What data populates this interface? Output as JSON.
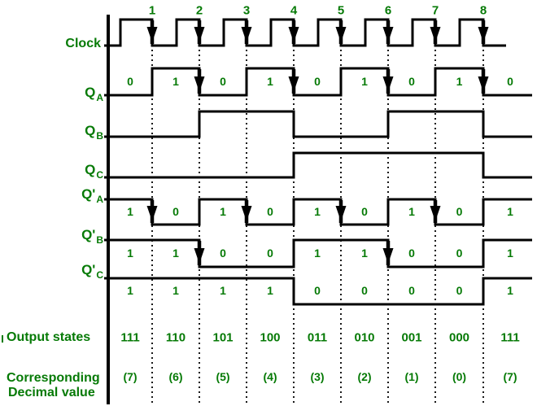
{
  "colors": {
    "green": "#067a06",
    "black": "#000000"
  },
  "clock": {
    "label": "Clock",
    "edge_numbers": [
      "1",
      "2",
      "3",
      "4",
      "5",
      "6",
      "7",
      "8"
    ]
  },
  "signals": [
    {
      "base": "Q",
      "sub": "A",
      "levels": [
        0,
        1,
        0,
        1,
        0,
        1,
        0,
        1,
        0
      ],
      "value_labels": [
        "0",
        "1",
        "0",
        "1",
        "0",
        "1",
        "0",
        "1",
        "0"
      ],
      "arrows_at_edges": [
        2,
        4,
        6,
        8
      ]
    },
    {
      "base": "Q",
      "sub": "B",
      "levels": [
        0,
        0,
        1,
        1,
        0,
        0,
        1,
        1,
        0
      ],
      "value_labels": null,
      "arrows_at_edges": []
    },
    {
      "base": "Q",
      "sub": "C",
      "levels": [
        0,
        0,
        0,
        0,
        1,
        1,
        1,
        1,
        0
      ],
      "value_labels": null,
      "arrows_at_edges": []
    },
    {
      "base": "Q'",
      "sub": "A",
      "levels": [
        1,
        0,
        1,
        0,
        1,
        0,
        1,
        0,
        1
      ],
      "value_labels": [
        "1",
        "0",
        "1",
        "0",
        "1",
        "0",
        "1",
        "0",
        "1"
      ],
      "arrows_at_edges": [
        1,
        3,
        5,
        7
      ]
    },
    {
      "base": "Q'",
      "sub": "B",
      "levels": [
        1,
        1,
        0,
        0,
        1,
        1,
        0,
        0,
        1
      ],
      "value_labels": [
        "1",
        "1",
        "0",
        "0",
        "1",
        "1",
        "0",
        "0",
        "1"
      ],
      "arrows_at_edges": [
        2,
        6
      ]
    },
    {
      "base": "Q'",
      "sub": "C",
      "levels": [
        1,
        1,
        1,
        1,
        0,
        0,
        0,
        0,
        1
      ],
      "value_labels": [
        "1",
        "1",
        "1",
        "1",
        "0",
        "0",
        "0",
        "0",
        "1"
      ],
      "arrows_at_edges": []
    }
  ],
  "output_states": {
    "label": "Output states",
    "values": [
      "111",
      "110",
      "101",
      "100",
      "011",
      "010",
      "001",
      "000",
      "111"
    ]
  },
  "decimal": {
    "label_line1": "Corresponding",
    "label_line2": "Decimal value",
    "values": [
      "(7)",
      "(6)",
      "(5)",
      "(4)",
      "(3)",
      "(2)",
      "(1)",
      "(0)",
      "(7)"
    ]
  }
}
